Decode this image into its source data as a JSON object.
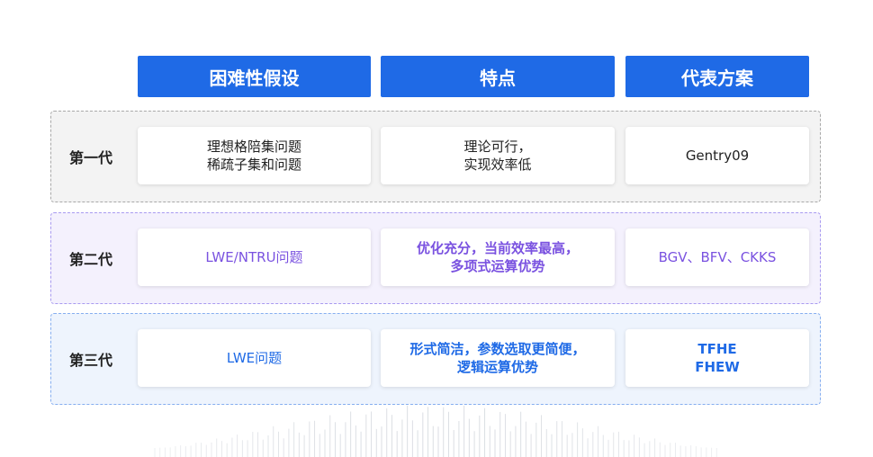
{
  "headers": [
    "困难性假设",
    "特点",
    "代表方案"
  ],
  "rows": [
    {
      "label": "第一代",
      "cells": [
        "理想格陪集问题\n稀疏子集和问题",
        "理论可行，\n实现效率低",
        "Gentry09"
      ]
    },
    {
      "label": "第二代",
      "cells": [
        "LWE/NTRU问题",
        "优化充分，当前效率最高，\n多项式运算优势",
        "BGV、BFV、CKKS"
      ]
    },
    {
      "label": "第三代",
      "cells": [
        "LWE问题",
        "形式简洁，参数选取更简便，\n逻辑运算优势",
        "TFHE\nFHEW"
      ]
    }
  ],
  "colors": {
    "header_bg": "#1f6ae6",
    "gen1_text": "#222222",
    "gen2_text": "#7a52e0",
    "gen3_text": "#1f6ae6"
  }
}
